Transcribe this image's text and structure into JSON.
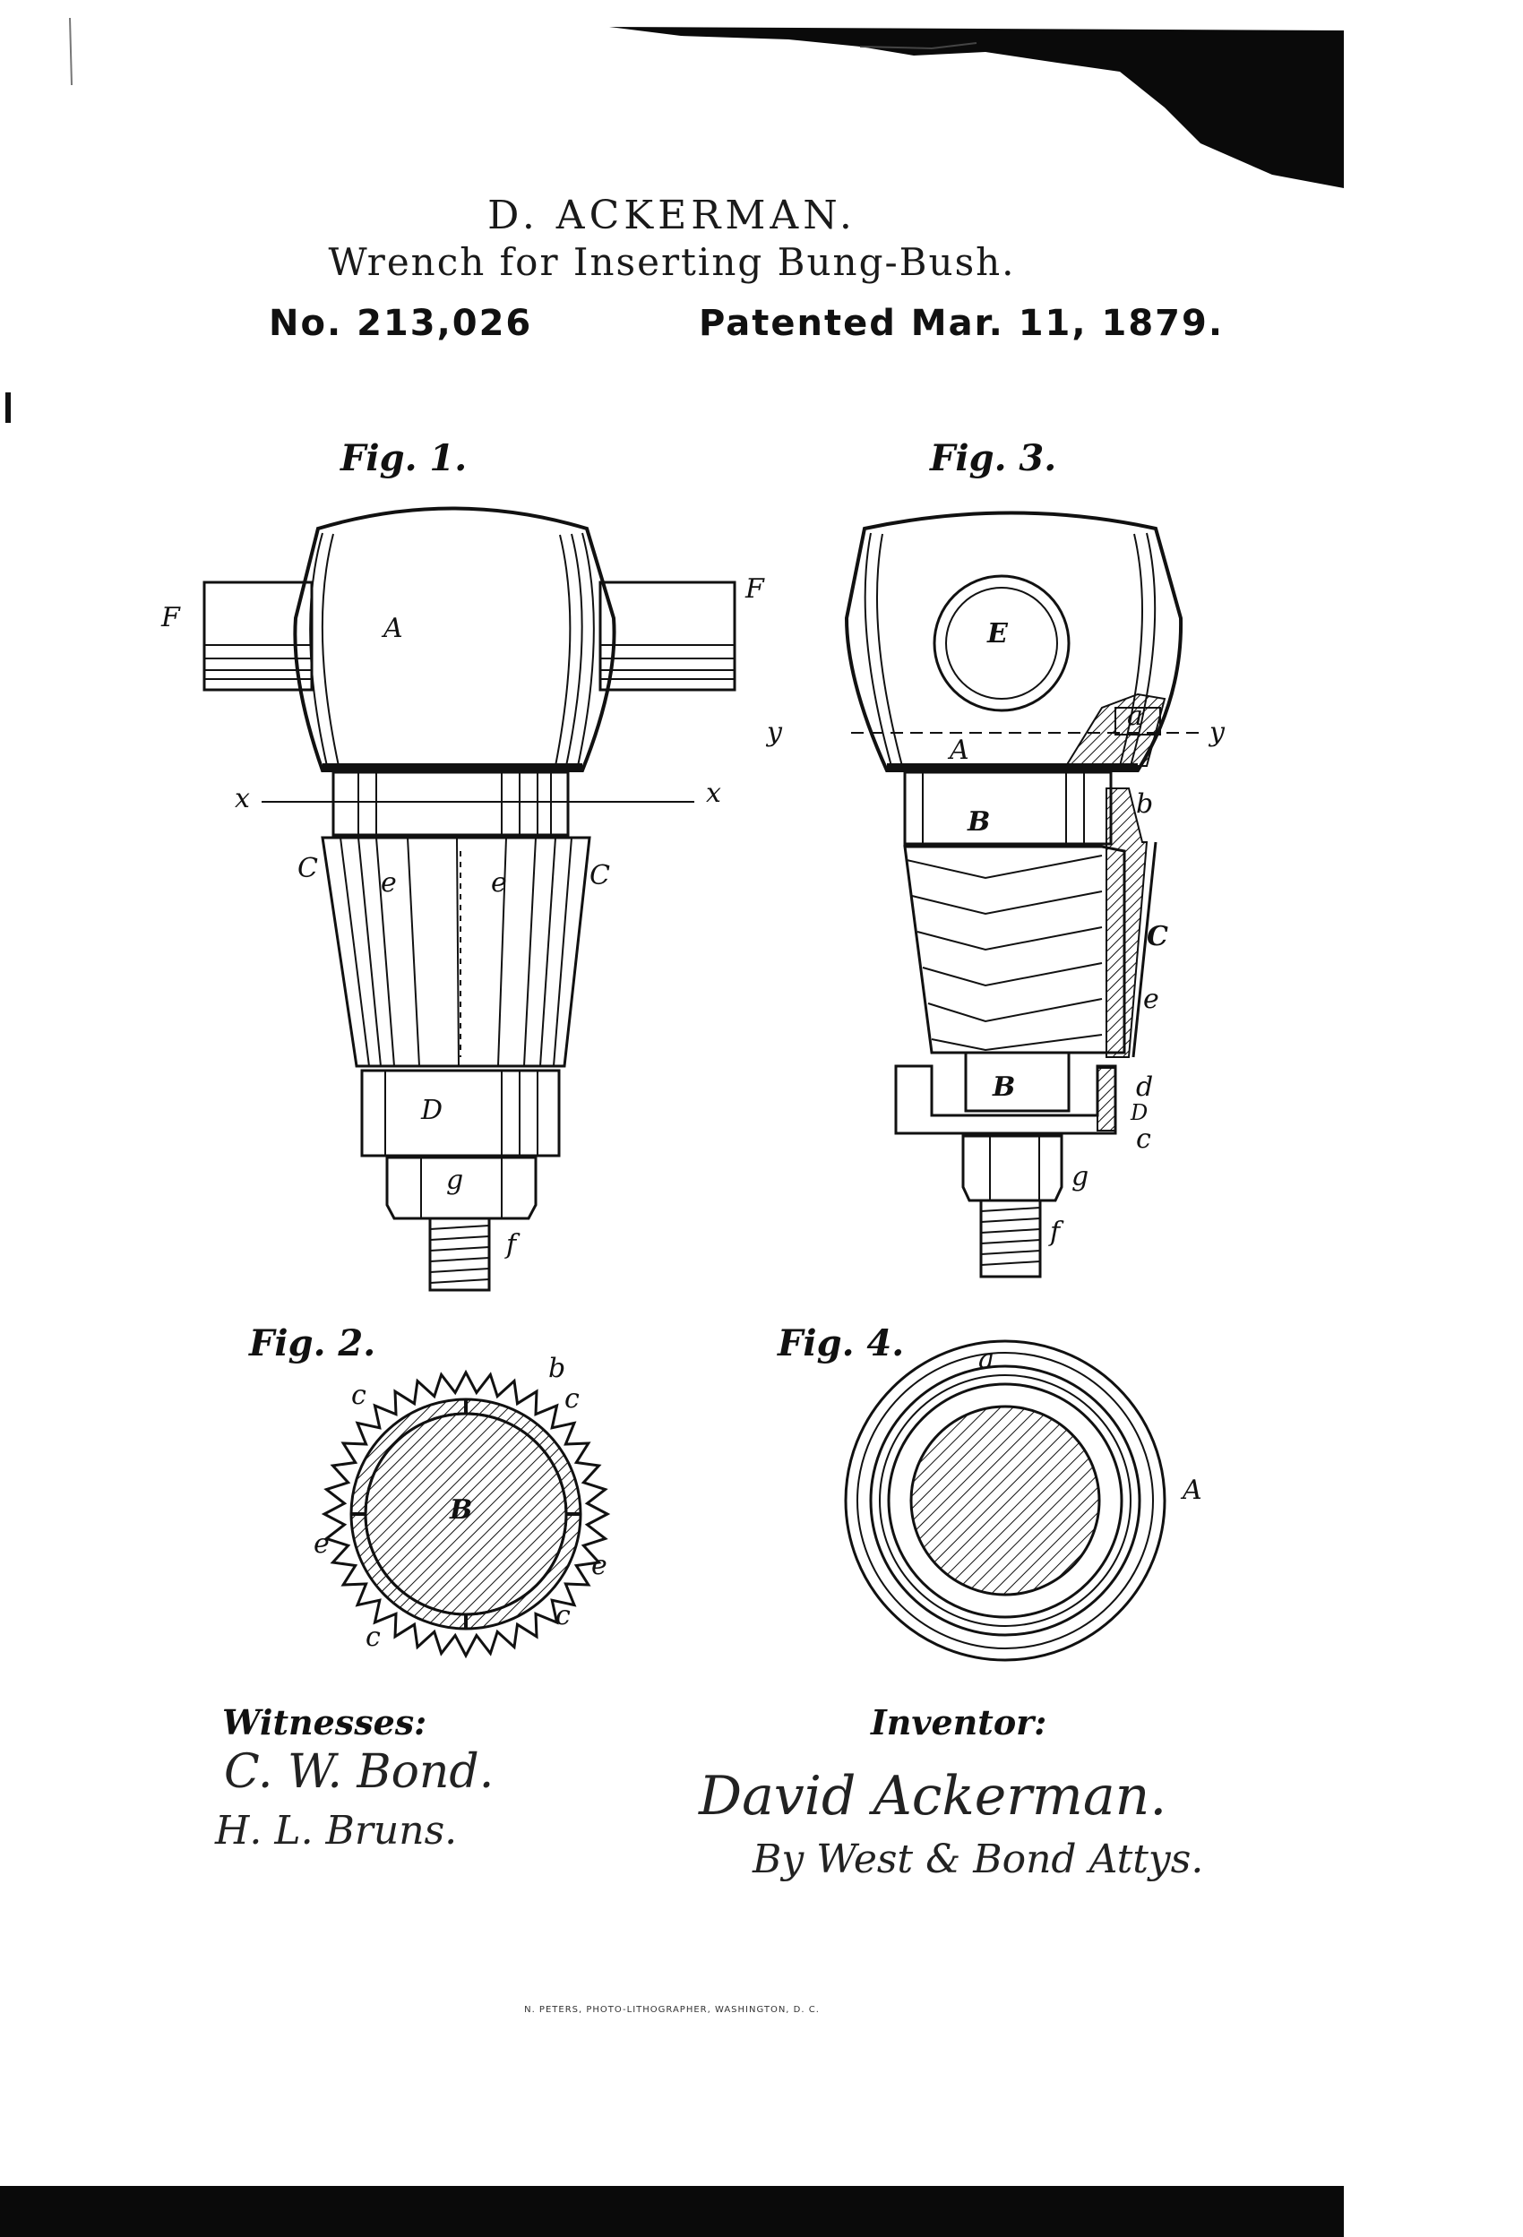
{
  "header": {
    "inventor": "D. ACKERMAN.",
    "invention": "Wrench for Inserting Bung-Bush.",
    "patent_number": "No. 213,026",
    "patent_date": "Patented Mar. 11, 1879."
  },
  "figures": {
    "fig1": {
      "label": "Fig. 1.",
      "refs": {
        "F_left": "F",
        "F_right": "F",
        "A": "A",
        "x_left": "x",
        "x_right": "x",
        "C_left": "C",
        "C_right": "C",
        "e_left": "e",
        "e_right": "e",
        "D": "D",
        "g": "g",
        "f": "f"
      }
    },
    "fig2": {
      "label": "Fig. 2.",
      "refs": {
        "c_tl": "c",
        "b": "b",
        "c_tr": "c",
        "B": "B",
        "e_left": "e",
        "e_right": "e",
        "c_bl": "c",
        "c_br": "c"
      }
    },
    "fig3": {
      "label": "Fig. 3.",
      "refs": {
        "E": "E",
        "y_left": "y",
        "a": "a",
        "y_right": "y",
        "A": "A",
        "B_top": "B",
        "b": "b",
        "C": "C",
        "e": "e",
        "B_bottom": "B",
        "d": "d",
        "D": "D",
        "c": "c",
        "g": "g",
        "f": "f"
      }
    },
    "fig4": {
      "label": "Fig. 4.",
      "refs": {
        "a": "a",
        "A": "A"
      }
    }
  },
  "witnesses": {
    "heading": "Witnesses:",
    "names": [
      "C. W. Bond.",
      "H. L. Bruns."
    ]
  },
  "inventor_block": {
    "heading": "Inventor:",
    "signature": "David Ackerman.",
    "by_line": "By West & Bond Attys."
  },
  "footer": {
    "lithographer": "N. PETERS, PHOTO-LITHOGRAPHER, WASHINGTON, D. C."
  }
}
